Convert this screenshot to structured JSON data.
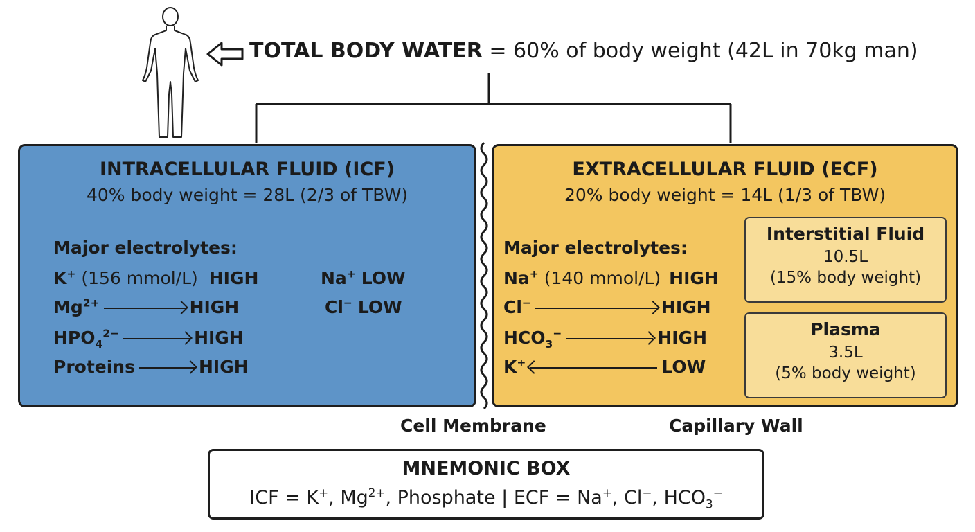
{
  "header": {
    "title_bold": "TOTAL BODY WATER",
    "title_rest": " = 60% of body weight (42L in 70kg man)"
  },
  "icf": {
    "title": "INTRACELLULAR FLUID (ICF)",
    "subtitle": "40% body weight = 28L (2/3 of TBW)",
    "electrolytes_heading": "Major electrolytes:",
    "rows": [
      {
        "name": "K",
        "sup": "+",
        "sub": "",
        "note": " (156 mmol/L)",
        "level": "HIGH"
      },
      {
        "name": "Mg",
        "sup": "2+",
        "sub": "",
        "note": "",
        "level": "HIGH"
      },
      {
        "name": "HPO",
        "sub": "4",
        "sup": "2−",
        "note": "",
        "level": "HIGH"
      },
      {
        "name": "Proteins",
        "sup": "",
        "sub": "",
        "note": "",
        "level": "HIGH"
      }
    ],
    "low": [
      {
        "name": "Na",
        "sup": "+",
        "level": "LOW"
      },
      {
        "name": "Cl",
        "sup": "−",
        "level": "LOW"
      }
    ]
  },
  "ecf": {
    "title": "EXTRACELLULAR FLUID (ECF)",
    "subtitle": "20% body weight = 14L (1/3 of TBW)",
    "electrolytes_heading": "Major electrolytes:",
    "rows": [
      {
        "name": "Na",
        "sup": "+",
        "sub": "",
        "note": " (140 mmol/L)",
        "level": "HIGH"
      },
      {
        "name": "Cl",
        "sup": "−",
        "sub": "",
        "note": "",
        "level": "HIGH"
      },
      {
        "name": "HCO",
        "sub": "3",
        "sup": "−",
        "note": "",
        "level": "HIGH"
      },
      {
        "name": "K",
        "sup": "+",
        "sub": "",
        "note": "",
        "level": "LOW"
      }
    ],
    "interstitial": {
      "title": "Interstitial Fluid",
      "volume": "10.5L",
      "percent": "(15% body weight)"
    },
    "plasma": {
      "title": "Plasma",
      "volume": "3.5L",
      "percent": "(5% body weight)"
    }
  },
  "labels": {
    "cell_membrane": "Cell Membrane",
    "capillary_wall": "Capillary Wall"
  },
  "mnemonic": {
    "title": "MNEMONIC BOX",
    "icf_part": "ICF = K",
    "icf_k_sup": "+",
    "icf_mg": ", Mg",
    "icf_mg_sup": "2+",
    "icf_tail": ", Phosphate | ECF = Na",
    "ecf_na_sup": "+",
    "ecf_cl": ", Cl",
    "ecf_cl_sup": "−",
    "ecf_hco": ", HCO",
    "ecf_hco_sub": "3",
    "ecf_hco_sup": "−"
  },
  "colors": {
    "icf_fill": "#5e94c8",
    "ecf_fill": "#f3c660",
    "sub_fill": "#f8dd99"
  },
  "icons": [
    "human-figure-icon",
    "left-arrow-icon"
  ]
}
